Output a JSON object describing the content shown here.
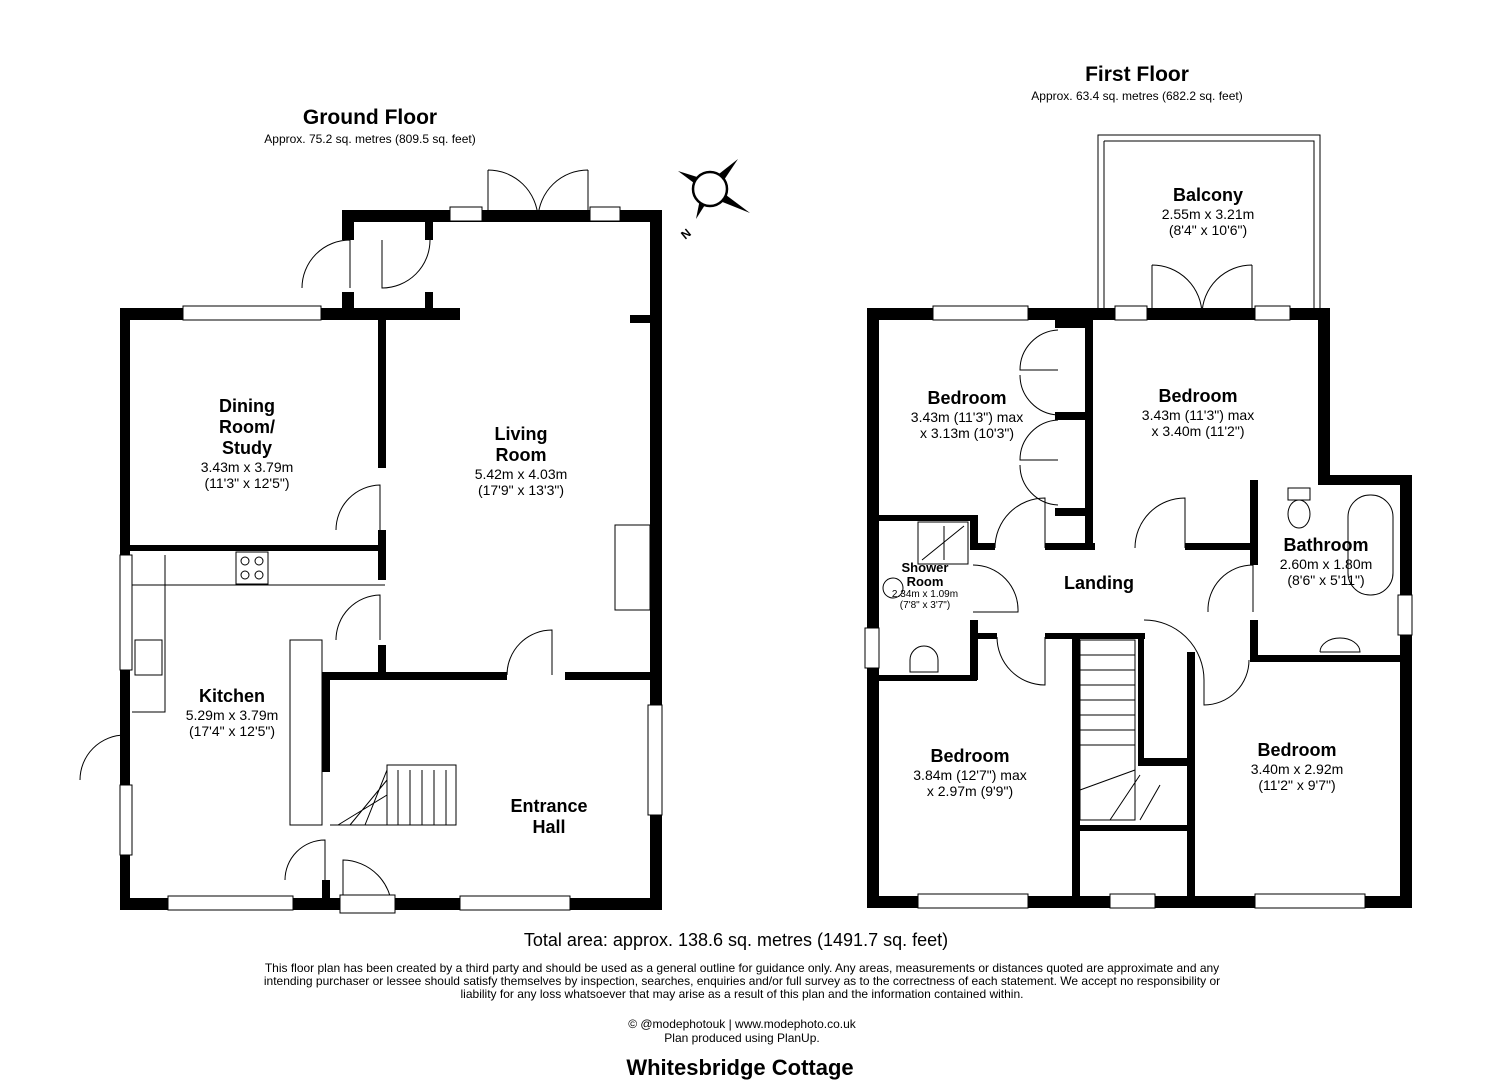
{
  "ground_floor": {
    "title": "Ground Floor",
    "area": "Approx. 75.2 sq. metres (809.5 sq. feet)",
    "rooms": [
      {
        "name": "Dining Room/ Study",
        "dims": [
          "3.43m x 3.79m",
          "(11'3\" x 12'5\")"
        ]
      },
      {
        "name": "Living Room",
        "dims": [
          "5.42m x 4.03m",
          "(17'9\" x 13'3\")"
        ]
      },
      {
        "name": "Kitchen",
        "dims": [
          "5.29m x 3.79m",
          "(17'4\" x 12'5\")"
        ]
      },
      {
        "name": "Entrance Hall",
        "dims": []
      }
    ]
  },
  "first_floor": {
    "title": "First Floor",
    "area": "Approx. 63.4 sq. metres (682.2 sq. feet)",
    "rooms": [
      {
        "name": "Balcony",
        "dims": [
          "2.55m x 3.21m",
          "(8'4\" x 10'6\")"
        ]
      },
      {
        "name": "Bedroom",
        "dims": [
          "3.43m (11'3\") max",
          "x 3.13m (10'3\")"
        ]
      },
      {
        "name": "Bedroom",
        "dims": [
          "3.43m (11'3\") max",
          "x 3.40m (11'2\")"
        ]
      },
      {
        "name": "Shower Room",
        "dims": [
          "2.34m x 1.09m",
          "(7'8\" x 3'7\")"
        ]
      },
      {
        "name": "Landing",
        "dims": []
      },
      {
        "name": "Bathroom",
        "dims": [
          "2.60m x 1.80m",
          "(8'6\" x 5'11\")"
        ]
      },
      {
        "name": "Bedroom",
        "dims": [
          "3.84m (12'7\") max",
          "x 2.97m (9'9\")"
        ]
      },
      {
        "name": "Bedroom",
        "dims": [
          "3.40m x 2.92m",
          "(11'2\" x 9'7\")"
        ]
      }
    ]
  },
  "compass": {
    "label": "N",
    "icon": "compass-icon"
  },
  "total_area": "Total area: approx. 138.6 sq. metres (1491.7 sq. feet)",
  "disclaimer": "This floor plan has been created by a third party and should be used as a general outline for guidance only. Any areas, measurements or distances quoted are approximate and any intending purchaser or lessee should satisfy themselves by inspection, searches, enquiries and/or full survey as to the correctness of each statement. We accept no responsibility or liability for any loss whatsoever that may arise as a result of this plan and the information contained within.",
  "credits": [
    "© @modephotouk | www.modephoto.co.uk",
    "Plan produced using PlanUp."
  ],
  "property_name": "Whitesbridge Cottage"
}
